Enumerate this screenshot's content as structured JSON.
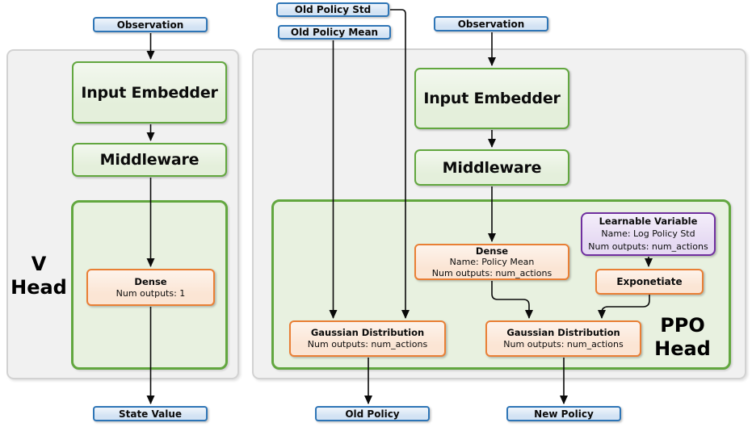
{
  "diagram": {
    "v_head": {
      "panel_label_line1": "V",
      "panel_label_line2": "Head",
      "observation_label": "Observation",
      "input_embedder_label": "Input Embedder",
      "middleware_label": "Middleware",
      "dense": {
        "title": "Dense",
        "line2": "Num outputs: 1"
      },
      "output_label": "State Value"
    },
    "ppo_head": {
      "panel_label_line1": "PPO",
      "panel_label_line2": "Head",
      "old_policy_std_label": "Old Policy Std",
      "old_policy_mean_label": "Old Policy Mean",
      "observation_label": "Observation",
      "input_embedder_label": "Input Embedder",
      "middleware_label": "Middleware",
      "dense": {
        "title": "Dense",
        "line2": "Name: Policy Mean",
        "line3": "Num outputs: num_actions"
      },
      "learnable_variable": {
        "title": "Learnable Variable",
        "line2": "Name: Log Policy Std",
        "line3": "Num outputs: num_actions"
      },
      "exponetiate_label": "Exponetiate",
      "gaussian_old": {
        "title": "Gaussian Distribution",
        "line2": "Num outputs: num_actions"
      },
      "gaussian_new": {
        "title": "Gaussian Distribution",
        "line2": "Num outputs: num_actions"
      },
      "old_policy_output_label": "Old Policy",
      "new_policy_output_label": "New Policy"
    },
    "colors": {
      "blue_border": "#2e75b6",
      "blue_fill": "#d3e3f4",
      "green_border": "#62a73f",
      "green_fill": "#e4efdb",
      "container_green_fill": "#e8f1e0",
      "orange_border": "#e97f35",
      "orange_fill": "#fbe5d4",
      "purple_border": "#7030a0",
      "purple_fill": "#e6daf3",
      "panel_fill": "#f1f1f1",
      "panel_border": "#d2d2d2",
      "arrow": "#0a0a0a"
    }
  }
}
